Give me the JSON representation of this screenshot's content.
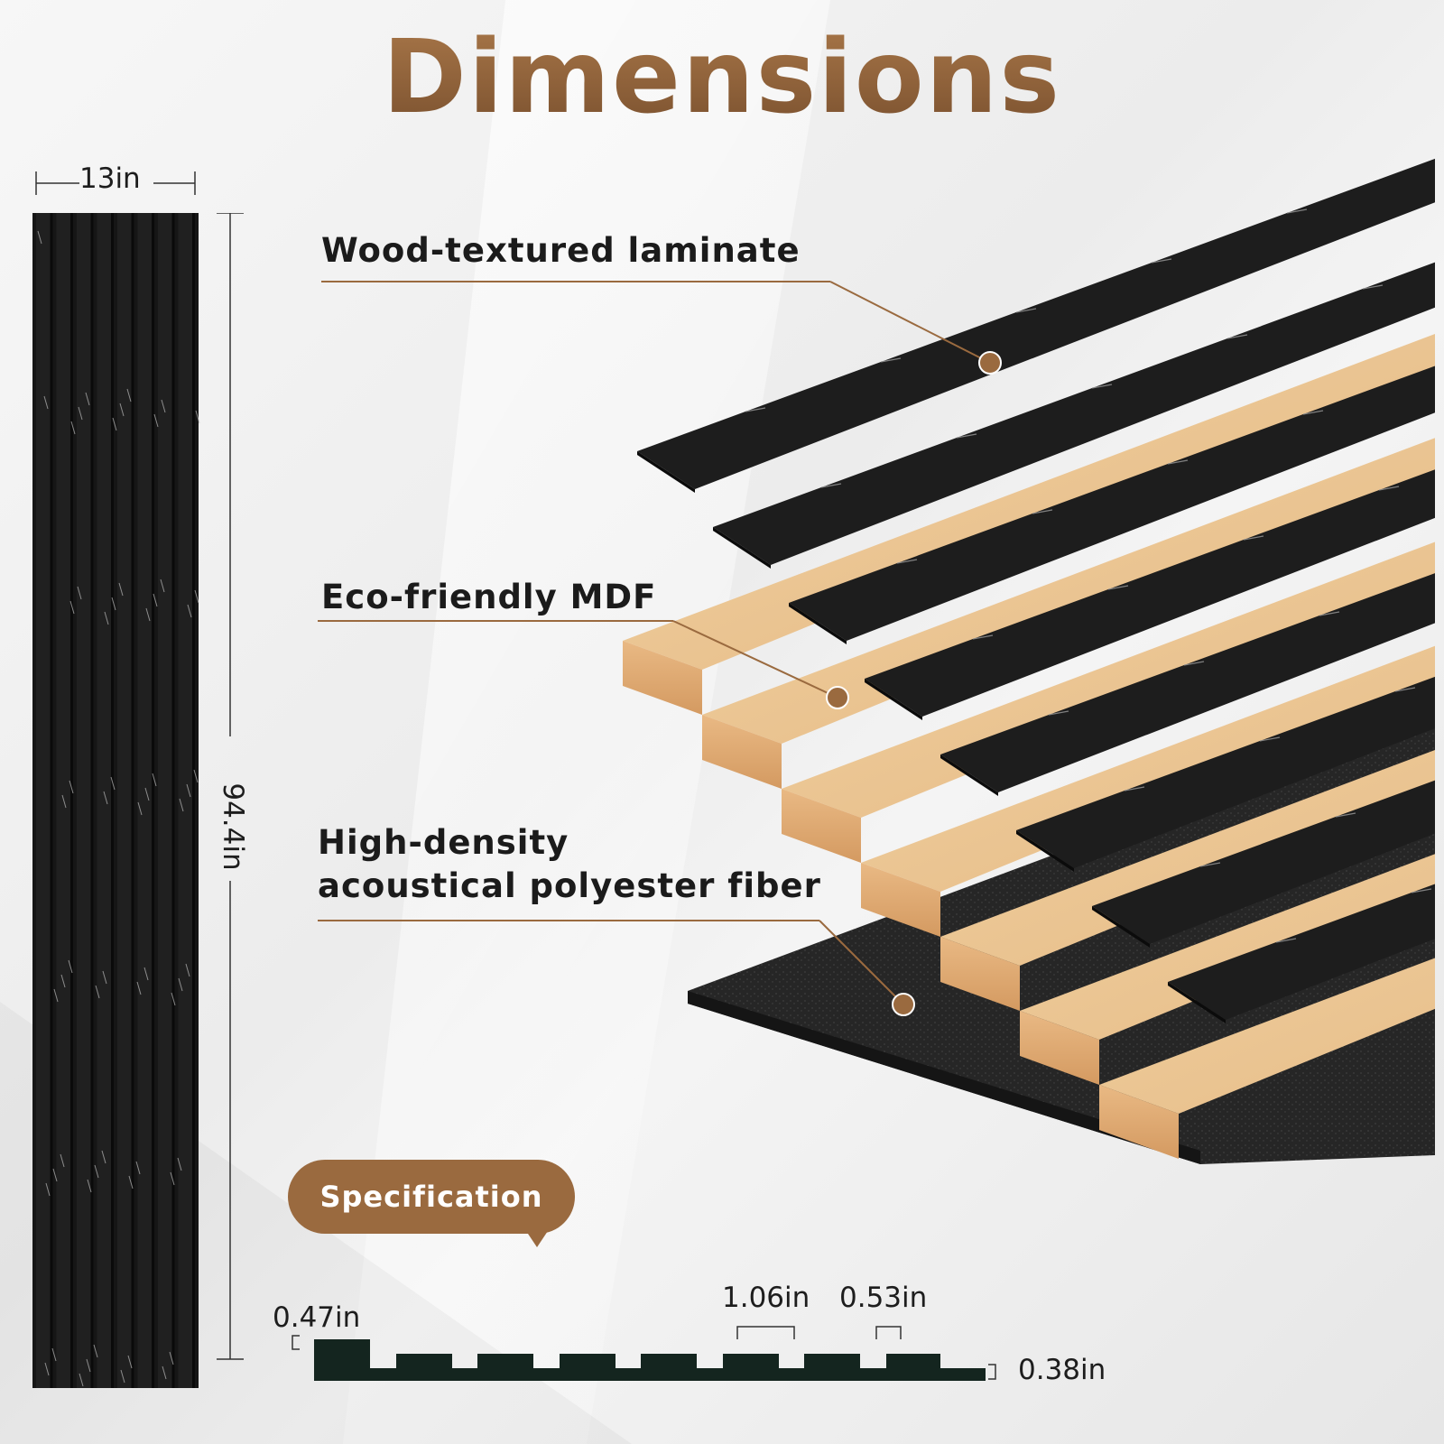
{
  "title": "Dimensions",
  "panel_size": {
    "width": "13in",
    "height": "94.4in"
  },
  "layers": [
    {
      "label": "Wood-textured laminate"
    },
    {
      "label": "Eco-friendly MDF"
    },
    {
      "label_line1": "High-density",
      "label_line2": "acoustical polyester fiber"
    }
  ],
  "specification": {
    "badge": "Specification",
    "slat_gap": "0.47in",
    "slat_width": "1.06in",
    "groove_width": "0.53in",
    "base_thickness": "0.38in"
  },
  "colors": {
    "accent": "#9a6a3f",
    "panel": "#1c1c1c",
    "wood": "#e7c292",
    "felt": "#232323"
  },
  "icons": [
    "dimension-line",
    "callout-dot",
    "speech-tail"
  ]
}
